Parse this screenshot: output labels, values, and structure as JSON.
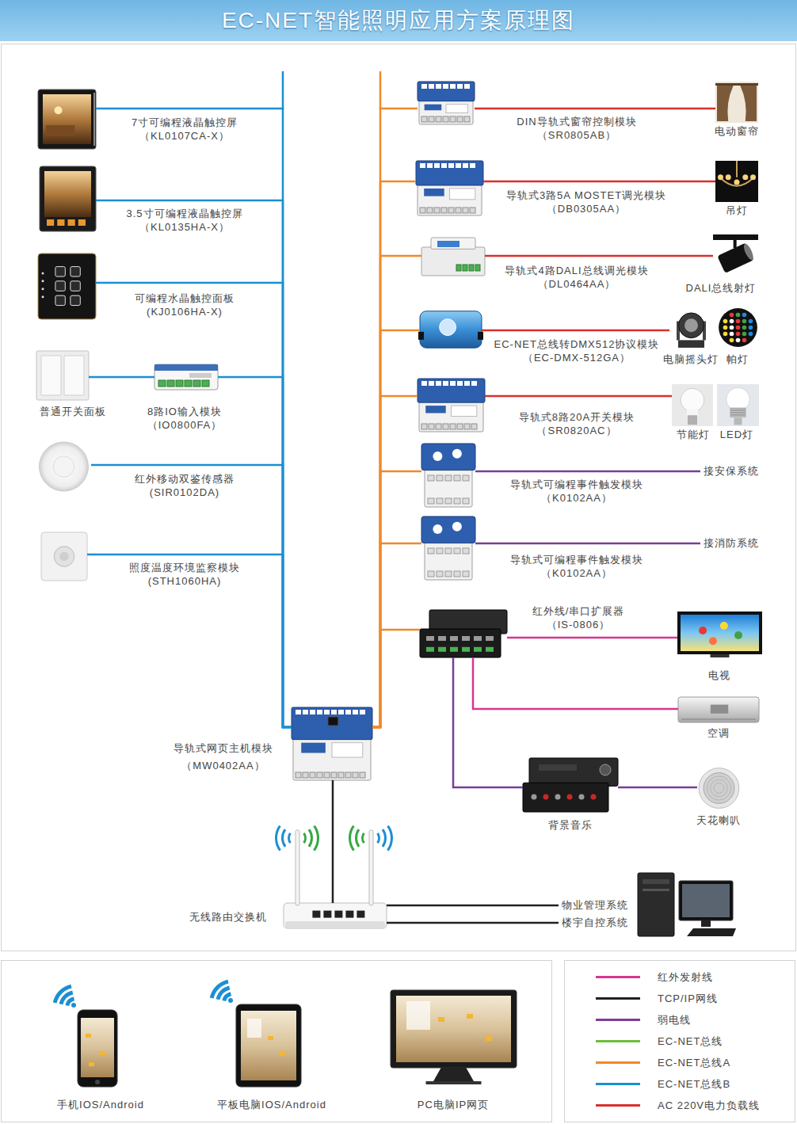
{
  "diagram": {
    "title": "EC-NET智能照明应用方案原理图",
    "nodes": [
      {
        "text": [
          "7寸可编程液晶触控屏",
          "（KL0107CA-X）"
        ]
      },
      {
        "text": [
          "3.5寸可编程液晶触控屏",
          "（KL0135HA-X）"
        ]
      },
      {
        "text": [
          "可编程水晶触控面板",
          "(KJ0106HA-X)"
        ]
      },
      {
        "text": [
          "普通开关面板"
        ]
      },
      {
        "text": [
          "8路IO输入模块",
          "（IO0800FA）"
        ]
      },
      {
        "text": [
          "红外移动双鉴传感器",
          "(SIR0102DA)"
        ]
      },
      {
        "text": [
          "照度温度环境监察模块",
          "(STH1060HA)"
        ]
      },
      {
        "text": [
          "DIN导轨式窗帘控制模块",
          "（SR0805AB）"
        ]
      },
      {
        "text": [
          "电动窗帘"
        ]
      },
      {
        "text": [
          "导轨式3路5A MOSTET调光模块",
          "（DB0305AA）"
        ]
      },
      {
        "text": [
          "吊灯"
        ]
      },
      {
        "text": [
          "导轨式4路DALI总线调光模块",
          "（DL0464AA）"
        ]
      },
      {
        "text": [
          "DALI总线射灯"
        ]
      },
      {
        "text": [
          "EC-NET总线转DMX512协议模块",
          "（EC-DMX-512GA）"
        ]
      },
      {
        "text": [
          "电脑摇头灯"
        ]
      },
      {
        "text": [
          "帕灯"
        ]
      },
      {
        "text": [
          "导轨式8路20A开关模块",
          "（SR0820AC）"
        ]
      },
      {
        "text": [
          "节能灯"
        ]
      },
      {
        "text": [
          "LED灯"
        ]
      },
      {
        "text": [
          "导轨式可编程事件触发模块",
          "（K0102AA）"
        ]
      },
      {
        "text": [
          "接安保系统"
        ]
      },
      {
        "text": [
          "导轨式可编程事件触发模块",
          "（K0102AA）"
        ]
      },
      {
        "text": [
          "接消防系统"
        ]
      },
      {
        "text": [
          "红外线/串口扩展器",
          "（IS-0806）"
        ]
      },
      {
        "text": [
          "电视"
        ]
      },
      {
        "text": [
          "空调"
        ]
      },
      {
        "text": [
          "背景音乐"
        ]
      },
      {
        "text": [
          "天花喇叭"
        ]
      },
      {
        "text": [
          "导轨式网页主机模块",
          "（MW0402AA）"
        ]
      },
      {
        "text": [
          "无线路由交换机"
        ]
      },
      {
        "text": [
          "物业管理系统"
        ]
      },
      {
        "text": [
          "楼宇自控系统"
        ]
      },
      {
        "text": [
          "手机IOS/Android"
        ]
      },
      {
        "text": [
          "平板电脑IOS/Android"
        ]
      },
      {
        "text": [
          "PC电脑IP网页"
        ]
      }
    ],
    "edges": [
      {
        "from": 0,
        "to": 28,
        "arrow": "none"
      },
      {
        "from": 1,
        "to": 28,
        "arrow": "none"
      },
      {
        "from": 2,
        "to": 28,
        "arrow": "none"
      },
      {
        "from": 3,
        "to": 4,
        "arrow": "none"
      },
      {
        "from": 4,
        "to": 28,
        "arrow": "none"
      },
      {
        "from": 5,
        "to": 28,
        "arrow": "none"
      },
      {
        "from": 6,
        "to": 28,
        "arrow": "none"
      },
      {
        "from": 28,
        "to": 7,
        "arrow": "none"
      },
      {
        "from": 7,
        "to": 8,
        "arrow": "none"
      },
      {
        "from": 28,
        "to": 9,
        "arrow": "none"
      },
      {
        "from": 9,
        "to": 10,
        "arrow": "none"
      },
      {
        "from": 28,
        "to": 11,
        "arrow": "none"
      },
      {
        "from": 11,
        "to": 12,
        "arrow": "none"
      },
      {
        "from": 28,
        "to": 13,
        "arrow": "none"
      },
      {
        "from": 13,
        "to": 14,
        "arrow": "none"
      },
      {
        "from": 28,
        "to": 16,
        "arrow": "none"
      },
      {
        "from": 16,
        "to": 17,
        "arrow": "none"
      },
      {
        "from": 28,
        "to": 19,
        "arrow": "none"
      },
      {
        "from": 19,
        "to": 20,
        "arrow": "none"
      },
      {
        "from": 28,
        "to": 21,
        "arrow": "none"
      },
      {
        "from": 21,
        "to": 22,
        "arrow": "none"
      },
      {
        "from": 28,
        "to": 23,
        "arrow": "none"
      },
      {
        "from": 23,
        "to": 24,
        "arrow": "none"
      },
      {
        "from": 23,
        "to": 25,
        "arrow": "none"
      },
      {
        "from": 23,
        "to": 26,
        "arrow": "none"
      },
      {
        "from": 26,
        "to": 27,
        "arrow": "none"
      },
      {
        "from": 28,
        "to": 29,
        "arrow": "none"
      },
      {
        "from": 29,
        "to": 30,
        "arrow": "none"
      },
      {
        "from": 29,
        "to": 31,
        "arrow": "none"
      }
    ],
    "legend": [
      {
        "text": "红外发射线",
        "color": "#d6378f"
      },
      {
        "text": "TCP/IP网线",
        "color": "#222222"
      },
      {
        "text": "弱电线",
        "color": "#7a3d97"
      },
      {
        "text": "EC-NET总线",
        "color": "#6cbf3a"
      },
      {
        "text": "EC-NET总线A",
        "color": "#f0892a"
      },
      {
        "text": "EC-NET总线B",
        "color": "#1b8fd3"
      },
      {
        "text": "AC 220V电力负载线",
        "color": "#d9302c"
      }
    ]
  }
}
